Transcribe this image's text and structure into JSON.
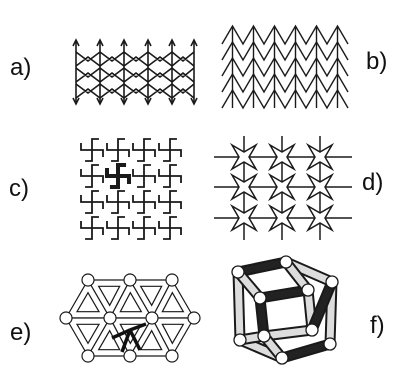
{
  "panels": [
    {
      "id": "a",
      "label": "a)",
      "subject": "auxetic-arrowhead-lattice"
    },
    {
      "id": "b",
      "label": "b)",
      "subject": "chevron-zigzag-lattice"
    },
    {
      "id": "c",
      "label": "c)",
      "subject": "rotating-swastika-lattice"
    },
    {
      "id": "d",
      "label": "d)",
      "subject": "star-re-entrant-lattice"
    },
    {
      "id": "e",
      "label": "e)",
      "subject": "rotating-triangles-hinged-lattice"
    },
    {
      "id": "f",
      "label": "f)",
      "subject": "3d-chiral-cube-lattice"
    }
  ],
  "colors": {
    "line": "#1a1a1a",
    "node_fill": "#ffffff",
    "bar_fill": "#dddddd",
    "bar_dark": "#222222"
  }
}
